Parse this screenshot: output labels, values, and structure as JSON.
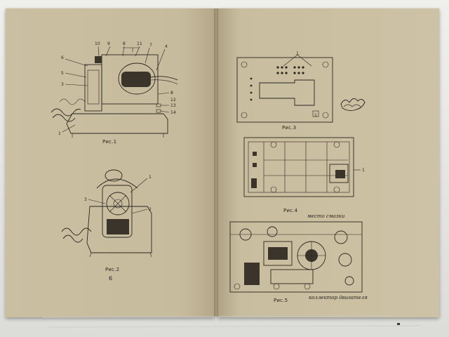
{
  "figures": {
    "fig1": {
      "caption": "Рис.1",
      "labels": [
        "10",
        "9",
        "8",
        "11",
        "7",
        "4",
        "6",
        "5",
        "3",
        "8",
        "12",
        "13",
        "14",
        "1"
      ]
    },
    "fig2": {
      "caption": "Рис.2",
      "labels": [
        "1",
        "3",
        "2"
      ]
    },
    "fig3": {
      "caption": "Рис.3",
      "labels": [
        "1",
        "1"
      ]
    },
    "fig4": {
      "caption": "Рис.4",
      "labels": [
        "1"
      ]
    },
    "fig5": {
      "caption": "Рис.5"
    }
  },
  "left_page": {
    "page_number": "6"
  },
  "handwritten": {
    "note_top": "место смазки",
    "note_bottom": "коллектор двигателя"
  },
  "colors": {
    "paper": "#c9bd9f",
    "ink": "#2b2620",
    "background": "#e9e8e4"
  }
}
